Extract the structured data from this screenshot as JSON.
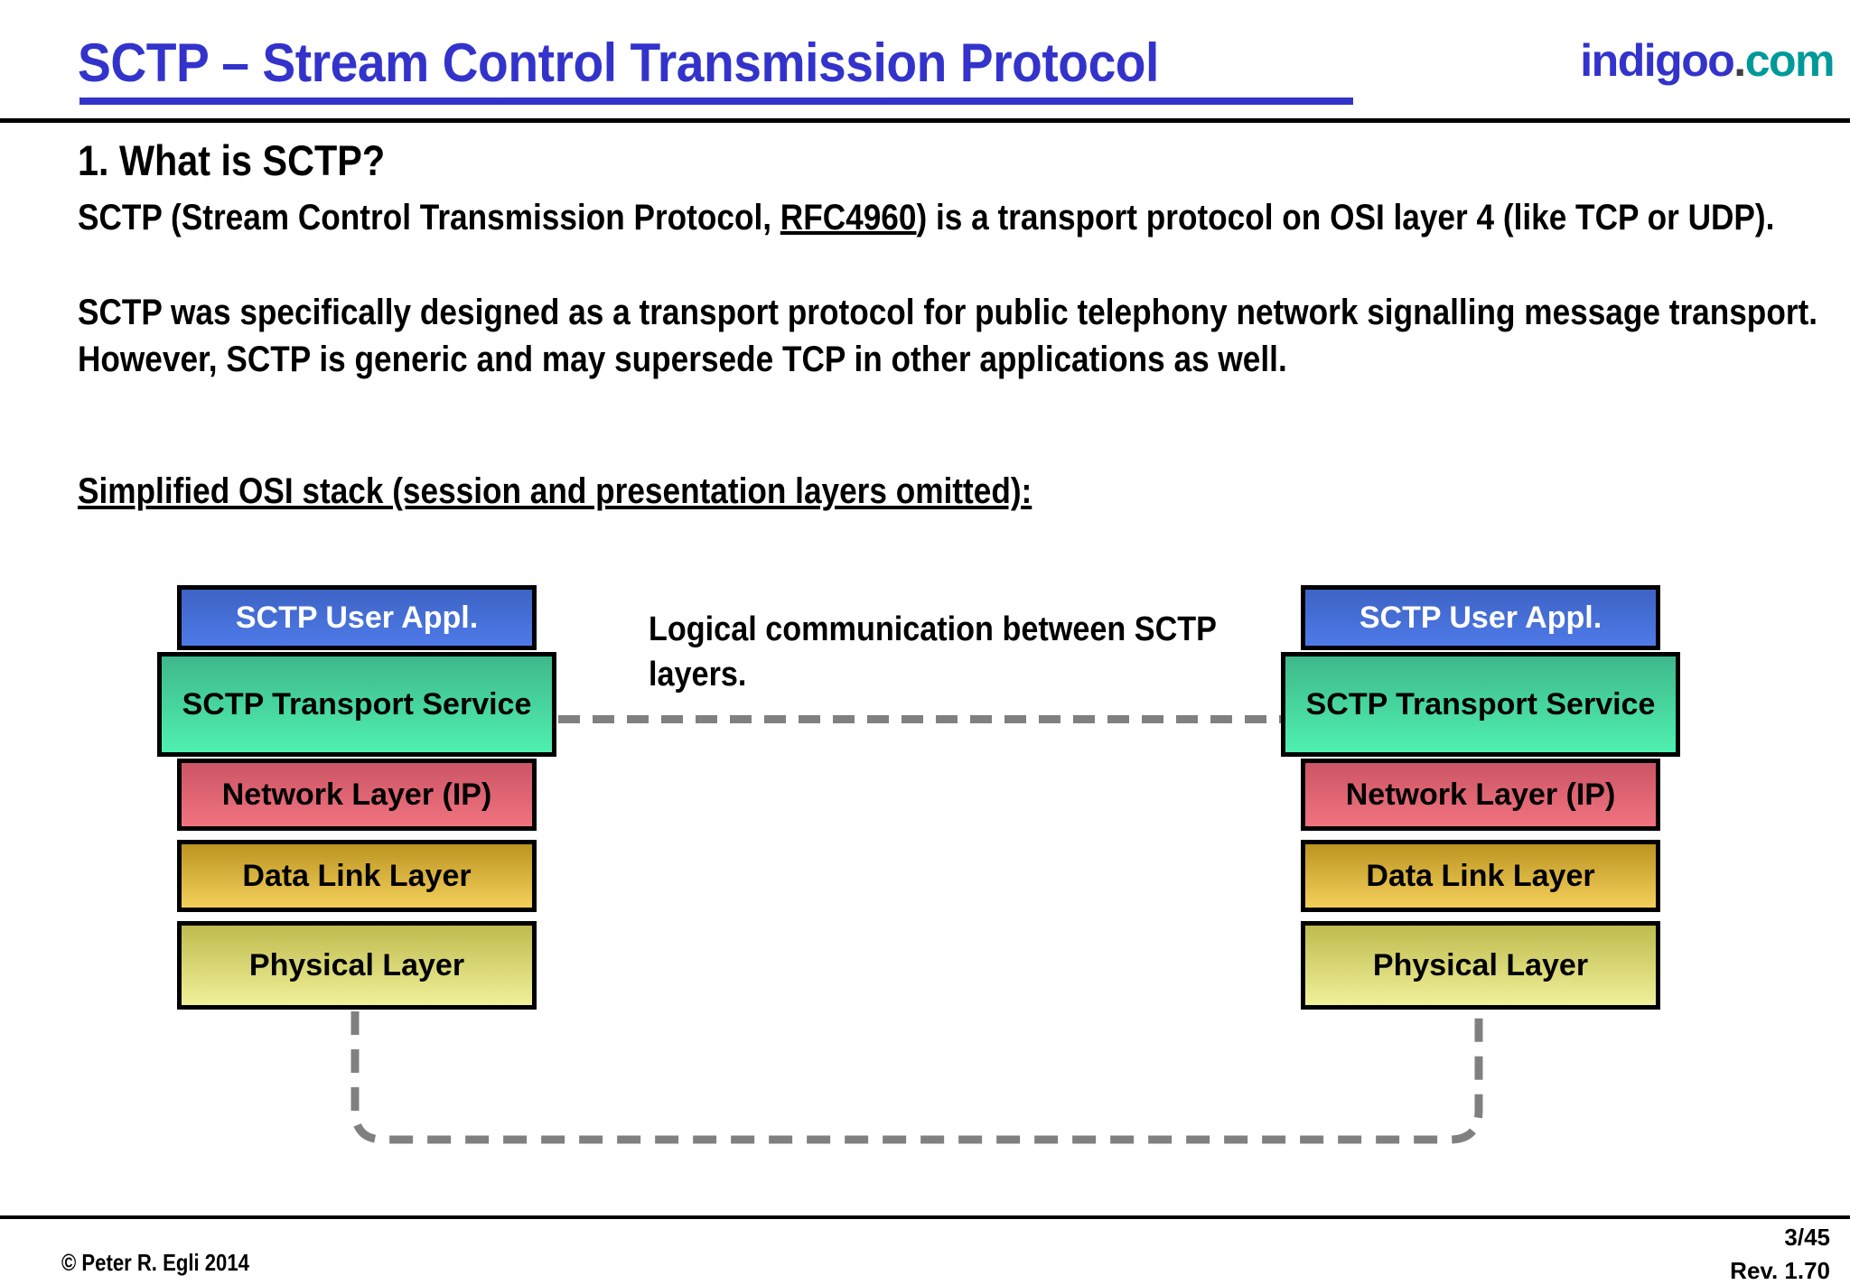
{
  "header": {
    "title": "SCTP – Stream Control Transmission Protocol",
    "brand_name": "indigoo",
    "brand_dot": ".",
    "brand_tld": "com",
    "accent_color": "#3333cc",
    "brand_tld_color": "#009999"
  },
  "content": {
    "section_heading": "1. What is SCTP?",
    "paragraph1_before_link": "SCTP (Stream Control Transmission Protocol, ",
    "paragraph1_link": "RFC4960",
    "paragraph1_after_link": ") is a transport protocol on OSI layer 4 (like TCP or UDP).",
    "paragraph2": "SCTP was specifically designed as a transport protocol for public telephony network signalling message transport. However, SCTP is generic and may supersede TCP in other applications as well.",
    "subheading": "Simplified OSI stack (session and presentation layers omitted):"
  },
  "diagram": {
    "annotation": "Logical communication between SCTP layers.",
    "dash_color": "#808080",
    "left_stack": {
      "name": "left-osi-stack",
      "layers": [
        {
          "label": "SCTP User Appl.",
          "color": "#4e7ae8"
        },
        {
          "label": "SCTP Transport Service",
          "color": "#4ff0b0"
        },
        {
          "label": "Network Layer (IP)",
          "color": "#f0737f"
        },
        {
          "label": "Data Link Layer",
          "color": "#f5cf5c"
        },
        {
          "label": "Physical Layer",
          "color": "#f0f09a"
        }
      ]
    },
    "right_stack": {
      "name": "right-osi-stack",
      "layers": [
        {
          "label": "SCTP User Appl.",
          "color": "#4e7ae8"
        },
        {
          "label": "SCTP Transport Service",
          "color": "#4ff0b0"
        },
        {
          "label": "Network Layer (IP)",
          "color": "#f0737f"
        },
        {
          "label": "Data Link Layer",
          "color": "#f5cf5c"
        },
        {
          "label": "Physical Layer",
          "color": "#f0f09a"
        }
      ]
    }
  },
  "footer": {
    "copyright": "© Peter R. Egli 2014",
    "page": "3/45",
    "revision": "Rev. 1.70"
  }
}
